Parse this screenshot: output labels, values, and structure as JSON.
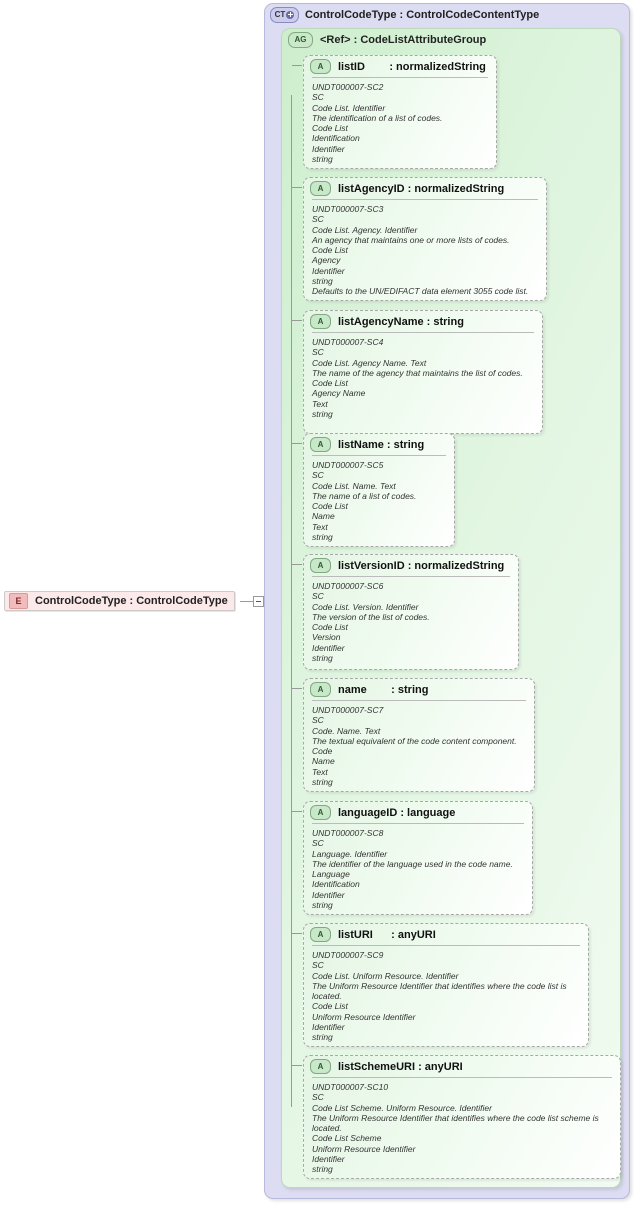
{
  "element": {
    "icon": "element-icon",
    "icon_label": "E",
    "label": "ControlCodeType : ControlCodeType"
  },
  "complex_type": {
    "icon": "complextype-icon",
    "icon_label": "CT",
    "expander": "plus-circle-icon",
    "title": "ControlCodeType : ControlCodeContentType"
  },
  "attribute_group": {
    "icon": "attributegroup-icon",
    "icon_label": "AG",
    "title": "<Ref>      : CodeListAttributeGroup"
  },
  "attributes": [
    {
      "icon_label": "A",
      "name": "listID        : normalizedString",
      "lines": [
        "UNDT000007-SC2",
        "SC",
        "Code List. Identifier",
        "The identification of a list of codes.",
        "Code List",
        "Identification",
        "Identifier",
        "string"
      ]
    },
    {
      "icon_label": "A",
      "name": "listAgencyID : normalizedString",
      "lines": [
        "UNDT000007-SC3",
        "SC",
        "Code List. Agency. Identifier",
        "An agency that maintains one or more lists of codes.",
        "Code List",
        "Agency",
        "Identifier",
        "string",
        "Defaults to the UN/EDIFACT data element 3055 code list."
      ]
    },
    {
      "icon_label": "A",
      "name": "listAgencyName : string",
      "lines": [
        "UNDT000007-SC4",
        "SC",
        "Code List. Agency Name. Text",
        "The name of the agency that maintains the list of codes.",
        "Code List",
        "Agency Name",
        "Text",
        "string"
      ]
    },
    {
      "icon_label": "A",
      "name": "listName : string",
      "lines": [
        "UNDT000007-SC5",
        "SC",
        "Code List. Name. Text",
        "The name of a list of codes.",
        "Code List",
        "Name",
        "Text",
        "string"
      ]
    },
    {
      "icon_label": "A",
      "name": "listVersionID : normalizedString",
      "lines": [
        "UNDT000007-SC6",
        "SC",
        "Code List. Version. Identifier",
        "The version of the list of codes.",
        "Code List",
        "Version",
        "Identifier",
        "string"
      ]
    },
    {
      "icon_label": "A",
      "name": "name        : string",
      "lines": [
        "UNDT000007-SC7",
        "SC",
        "Code. Name. Text",
        "The textual equivalent of the code content component.",
        "Code",
        "Name",
        "Text",
        "string"
      ]
    },
    {
      "icon_label": "A",
      "name": "languageID : language",
      "lines": [
        "UNDT000007-SC8",
        "SC",
        "Language. Identifier",
        "The identifier of the language used in the code name.",
        "Language",
        "Identification",
        "Identifier",
        "string"
      ]
    },
    {
      "icon_label": "A",
      "name": "listURI      : anyURI",
      "lines": [
        "UNDT000007-SC9",
        "SC",
        "Code List. Uniform Resource. Identifier",
        "The Uniform Resource Identifier that identifies where the code list is located.",
        "Code List",
        "Uniform Resource Identifier",
        "Identifier",
        "string"
      ]
    },
    {
      "icon_label": "A",
      "name": "listSchemeURI : anyURI",
      "lines": [
        "UNDT000007-SC10",
        "SC",
        "Code List Scheme. Uniform Resource. Identifier",
        "The Uniform Resource Identifier that identifies where the code list scheme is located.",
        "Code List Scheme",
        "Uniform Resource Identifier",
        "Identifier",
        "string"
      ]
    }
  ],
  "colors": {
    "element_fill": "#fce9e9",
    "element_icon": "#f3bcbc",
    "complextype_fill": "#dcdcf2",
    "attributegroup_fill": "#ddf4dd",
    "attribute_fill": "#effbef",
    "connector": "#999999"
  }
}
